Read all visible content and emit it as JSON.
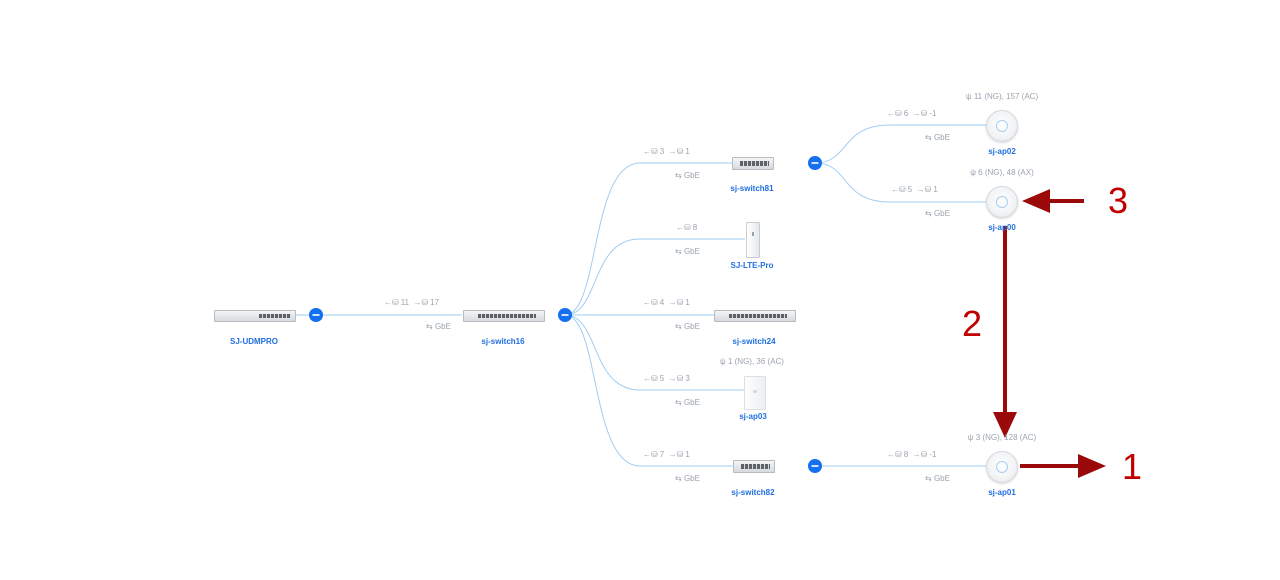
{
  "devices": [
    {
      "id": "udm",
      "label": "SJ-UDMPRO",
      "type": "gateway",
      "icon": "rack-gateway-icon"
    },
    {
      "id": "sw16",
      "label": "sj-switch16",
      "type": "switch",
      "icon": "rack-switch-icon"
    },
    {
      "id": "sw81",
      "label": "sj-switch81",
      "type": "switch",
      "icon": "switch-icon"
    },
    {
      "id": "lte",
      "label": "SJ-LTE-Pro",
      "type": "lte",
      "icon": "lte-device-icon"
    },
    {
      "id": "sw24",
      "label": "sj-switch24",
      "type": "switch",
      "icon": "rack-switch-icon"
    },
    {
      "id": "ap03",
      "label": "sj-ap03",
      "type": "ap-wall",
      "icon": "wall-ap-icon",
      "radio": "1 (NG), 36 (AC)"
    },
    {
      "id": "sw82",
      "label": "sj-switch82",
      "type": "switch",
      "icon": "switch-icon"
    },
    {
      "id": "ap02",
      "label": "sj-ap02",
      "type": "ap",
      "icon": "access-point-icon",
      "radio": "11 (NG), 157 (AC)"
    },
    {
      "id": "ap00",
      "label": "sj-ap00",
      "type": "ap",
      "icon": "access-point-icon",
      "radio": "6 (NG), 48 (AX)"
    },
    {
      "id": "ap01",
      "label": "sj-ap01",
      "type": "ap",
      "icon": "access-point-icon",
      "radio": "3 (NG), 128 (AC)"
    }
  ],
  "links": [
    {
      "from": "udm",
      "to": "sw16",
      "down": "11",
      "up": "17",
      "speed": "GbE"
    },
    {
      "from": "sw16",
      "to": "sw81",
      "down": "3",
      "up": "1",
      "speed": "GbE"
    },
    {
      "from": "sw16",
      "to": "lte",
      "down": "8",
      "up": "",
      "speed": "GbE"
    },
    {
      "from": "sw16",
      "to": "sw24",
      "down": "4",
      "up": "1",
      "speed": "GbE"
    },
    {
      "from": "sw16",
      "to": "ap03",
      "down": "5",
      "up": "3",
      "speed": "GbE"
    },
    {
      "from": "sw16",
      "to": "sw82",
      "down": "7",
      "up": "1",
      "speed": "GbE"
    },
    {
      "from": "sw81",
      "to": "ap02",
      "down": "6",
      "up": "-1",
      "speed": "GbE"
    },
    {
      "from": "sw81",
      "to": "ap00",
      "down": "5",
      "up": "1",
      "speed": "GbE"
    },
    {
      "from": "sw82",
      "to": "ap01",
      "down": "8",
      "up": "-1",
      "speed": "GbE"
    }
  ],
  "annotations": {
    "n1": "1",
    "n2": "2",
    "n3": "3"
  },
  "colors": {
    "link": "#9fcdf3",
    "collapse": "#1570ef",
    "label": "#1f6fe0",
    "muted": "#9aa3ad",
    "arrow": "#9b0a0a",
    "number": "#c00000"
  }
}
